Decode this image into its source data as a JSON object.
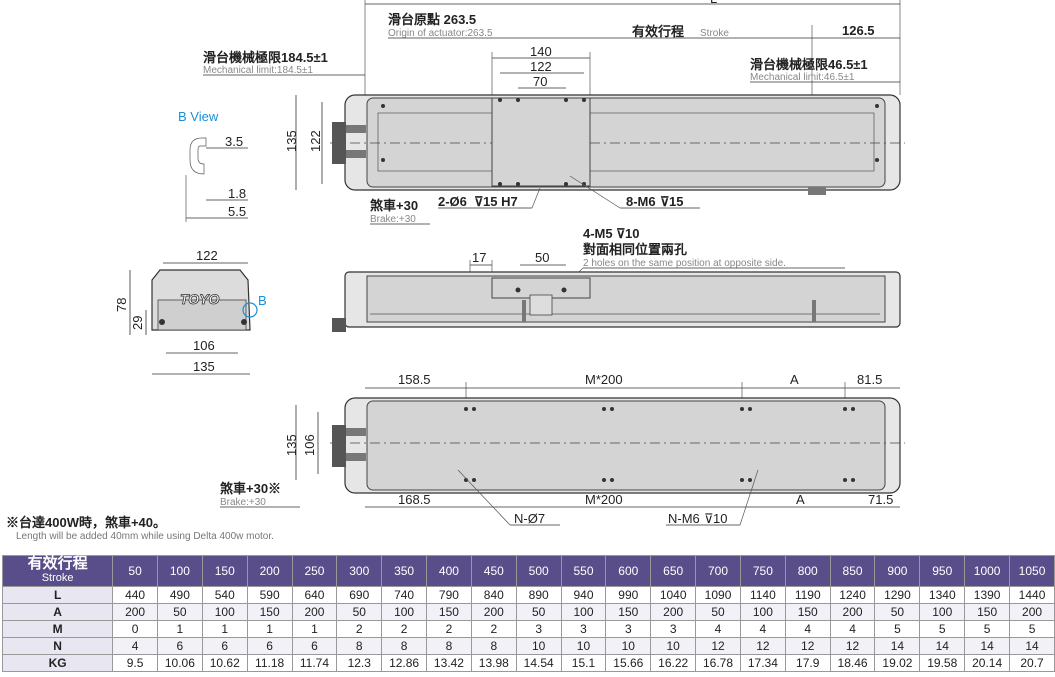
{
  "drawing": {
    "top_view": {
      "L_label": "L",
      "origin_cn": "滑台原點 263.5",
      "origin_en": "Origin of actuator:263.5",
      "stroke_cn": "有效行程",
      "stroke_en": "Stroke",
      "right_dim": "126.5",
      "mech_left_cn": "滑台機械極限184.5±1",
      "mech_left_en": "Mechanical limit:184.5±1",
      "mech_right_cn": "滑台機械極限46.5±1",
      "mech_right_en": "Mechanical limit:46.5±1",
      "dim_140": "140",
      "dim_122": "122",
      "dim_70": "70",
      "dim_135": "135",
      "dim_122v": "122",
      "brake_cn": "煞車+30",
      "brake_en": "Brake:+30",
      "hole_a": "2-Ø6",
      "hole_a2": "15 H7",
      "hole_b": "8-M6",
      "hole_b2": "15"
    },
    "b_view": {
      "title": "B View",
      "d1": "3.5",
      "d2": "1.8",
      "d3": "5.5"
    },
    "front_view": {
      "d_122": "122",
      "d_78": "78",
      "d_29": "29",
      "d_106": "106",
      "d_135": "135",
      "logo": "TOYO",
      "b_mark": "B"
    },
    "side_view": {
      "holes_cn1": "4-M5",
      "holes_cn1b": "10",
      "holes_cn2": "對面相同位置兩孔",
      "holes_en": "2 holes on the same position at opposite side.",
      "d17": "17",
      "d50": "50"
    },
    "bottom_view": {
      "d158": "158.5",
      "dM200a": "M*200",
      "dA_a": "A",
      "d81": "81.5",
      "d135": "135",
      "d106": "106",
      "brake_cn": "煞車+30※",
      "brake_en": "Brake:+30",
      "d168": "168.5",
      "dM200b": "M*200",
      "dA_b": "A",
      "d71": "71.5",
      "n_hole": "N-Ø7",
      "n_m6": "N-M6",
      "n_m6b": "10"
    }
  },
  "note": {
    "cn": "※台達400W時，煞車+40。",
    "en": "Length will be added 40mm while using Delta 400w motor."
  },
  "table": {
    "header_cn": "有效行程",
    "header_en": "Stroke",
    "strokes": [
      "50",
      "100",
      "150",
      "200",
      "250",
      "300",
      "350",
      "400",
      "450",
      "500",
      "550",
      "600",
      "650",
      "700",
      "750",
      "800",
      "850",
      "900",
      "950",
      "1000",
      "1050"
    ],
    "rows": [
      {
        "name": "L",
        "values": [
          "440",
          "490",
          "540",
          "590",
          "640",
          "690",
          "740",
          "790",
          "840",
          "890",
          "940",
          "990",
          "1040",
          "1090",
          "1140",
          "1190",
          "1240",
          "1290",
          "1340",
          "1390",
          "1440"
        ]
      },
      {
        "name": "A",
        "values": [
          "200",
          "50",
          "100",
          "150",
          "200",
          "50",
          "100",
          "150",
          "200",
          "50",
          "100",
          "150",
          "200",
          "50",
          "100",
          "150",
          "200",
          "50",
          "100",
          "150",
          "200"
        ]
      },
      {
        "name": "M",
        "values": [
          "0",
          "1",
          "1",
          "1",
          "1",
          "2",
          "2",
          "2",
          "2",
          "3",
          "3",
          "3",
          "3",
          "4",
          "4",
          "4",
          "4",
          "5",
          "5",
          "5",
          "5"
        ]
      },
      {
        "name": "N",
        "values": [
          "4",
          "6",
          "6",
          "6",
          "6",
          "8",
          "8",
          "8",
          "8",
          "10",
          "10",
          "10",
          "10",
          "12",
          "12",
          "12",
          "12",
          "14",
          "14",
          "14",
          "14"
        ]
      },
      {
        "name": "KG",
        "values": [
          "9.5",
          "10.06",
          "10.62",
          "11.18",
          "11.74",
          "12.3",
          "12.86",
          "13.42",
          "13.98",
          "14.54",
          "15.1",
          "15.66",
          "16.22",
          "16.78",
          "17.34",
          "17.9",
          "18.46",
          "19.02",
          "19.58",
          "20.14",
          "20.7"
        ]
      }
    ]
  }
}
